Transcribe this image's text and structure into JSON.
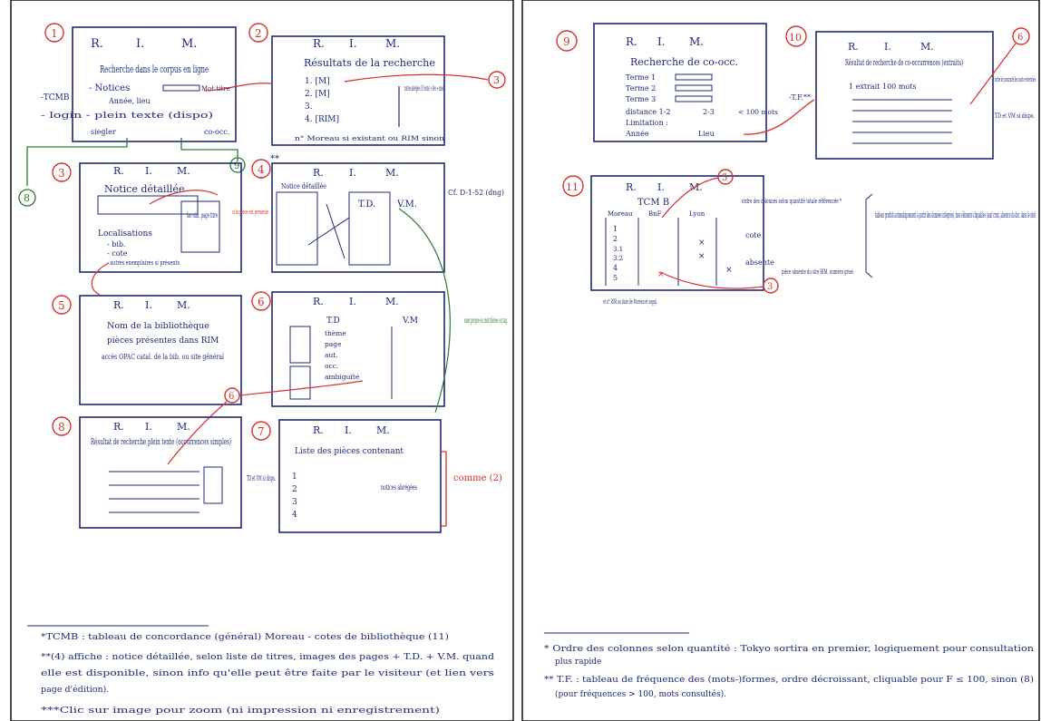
{
  "rim": {
    "r": "R.",
    "i": "I.",
    "m": "M."
  },
  "left": {
    "s1": {
      "num": "1",
      "title": "Recherche dans le corpus en ligne",
      "notices": "- Notices",
      "tcmb": "-TCMB",
      "mot_titre": "Mot titre",
      "annee_lieu": "Année, lieu",
      "login": "- login - plein texte (dispo)",
      "siegler": "siegler",
      "co_occ": "co-occ."
    },
    "s2": {
      "num": "2",
      "title": "Résultats de la recherche",
      "items": [
        "1. [M]",
        "2. [M]",
        "3.",
        "4. [RIM]"
      ],
      "notices": "notices abrégées (15 mots) + lieu + année",
      "note": "n° Moreau si existant ou RIM sinon"
    },
    "s3": {
      "num": "3",
      "title": "Notice détaillée",
      "facsim": "fac-sim. page titre",
      "localisations": "Localisations",
      "bib": "- bib.",
      "cote": "- cote",
      "autres": "- autres exemplaires si présents",
      "note": "si la pièce est présente"
    },
    "s4": {
      "num": "4",
      "stars": "**",
      "notice": "Notice détaillée",
      "td": "T.D.",
      "vm": "V.M.",
      "cf": "Cf. D-1-52 (dng)"
    },
    "s5": {
      "num": "5",
      "title": "Nom de la bibliothèque",
      "pieces": "pièces présentes dans RIM",
      "acces": "accès OPAC catal. de la bib. ou site général"
    },
    "s6": {
      "num": "6",
      "td": "T.D",
      "vm": "V.M",
      "items": [
        "thème",
        "page",
        "aut.",
        "occ.",
        "ambiguïté"
      ]
    },
    "s7": {
      "num": "7",
      "title": "Liste des pièces contenant",
      "abrege": "notices abrégées",
      "comme": "comme (2)"
    },
    "s8": {
      "num": "8",
      "title": "Résultat de recherche plein texte (occurrences simples)",
      "tdvm": "TD et VM si dispo."
    },
    "green_note": "nom propre ou mot-thème ou tag.",
    "c9": "9",
    "c8": "8",
    "footer": [
      "*TCMB : tableau de concordance (général) Moreau - cotes de bibliothèque (11)",
      "**(4) affiche : notice détaillée, selon liste de titres, images des pages + T.D. + V.M. quand",
      "elle est disponible, sinon info qu'elle peut être faite par le visiteur (et lien vers",
      "page d'édition).",
      "***Clic sur image pour zoom (ni impression ni enregistrement)"
    ]
  },
  "right": {
    "s9": {
      "num": "9",
      "title": "Recherche de co-occ.",
      "termes": [
        "Terme 1",
        "Terme 2",
        "Terme 3"
      ],
      "distance": "distance 1-2",
      "d23": "2-3",
      "max": "< 100 mots",
      "limitation": "Limitation :",
      "annee": "Année",
      "lieu": "Lieu"
    },
    "s10": {
      "num": "10",
      "title": "Résultat de recherche de co-occurrences (extraits)",
      "extrait": "1 extrait 100 mots",
      "tf": "-T.F.**",
      "ordre": "ordre de proximité des mots recherchés",
      "tdvm": "TD et VM si dispo.",
      "six": "6"
    },
    "s11": {
      "num": "11",
      "tcmb": "TCM B",
      "cols": [
        "Moreau",
        "BnF",
        "Lyon"
      ],
      "ordre": "ordre des colonnes selon quantité totale référencée *",
      "cote": "cote",
      "absente": "absente",
      "piece": "pièce absente du site RIM, numéro grisé.",
      "nbrs": "et n° RIM ou date de Moreau et suppl.",
      "five": "5",
      "three": "3",
      "rows": [
        "1",
        "2",
        "3.1",
        "3.2",
        "4",
        "5"
      ]
    },
    "right_note": "tableau produit automatiquement à partir des données intégrées, tous éléments cliquables (sauf croix, absence du doc. dans le site).",
    "footer": [
      "* Ordre des colonnes selon quantité : Tokyo sortira en premier, logiquement pour consultation",
      "plus rapide",
      "** T.F. : tableau de fréquence des (mots-)formes, ordre décroissant, cliquable pour F ≤ 100, sinon (8)",
      "(pour fréquences > 100, mots consultés)."
    ]
  }
}
